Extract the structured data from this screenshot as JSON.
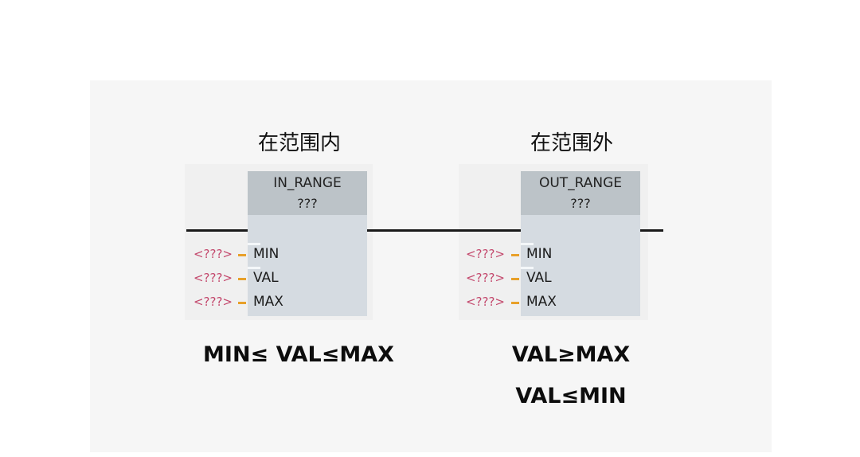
{
  "in_range": {
    "heading": "在范围内",
    "block_name": "IN_RANGE",
    "instance": "???",
    "operand": "<???>",
    "pins": [
      "MIN",
      "VAL",
      "MAX"
    ],
    "conditions": [
      "MIN≤ VAL≤MAX"
    ]
  },
  "out_range": {
    "heading": "在范围外",
    "block_name": "OUT_RANGE",
    "instance": "???",
    "operand": "<???>",
    "pins": [
      "MIN",
      "VAL",
      "MAX"
    ],
    "conditions": [
      "VAL≥MAX",
      "VAL≤MIN"
    ]
  },
  "colors": {
    "panel_background": "#f6f6f6",
    "block_body": "#d5dbe1",
    "block_header": "#bcc3c8",
    "power_rail": "#1a1a1a",
    "operand_text": "#c44a6e",
    "pin_stub": "#e8a02a"
  }
}
